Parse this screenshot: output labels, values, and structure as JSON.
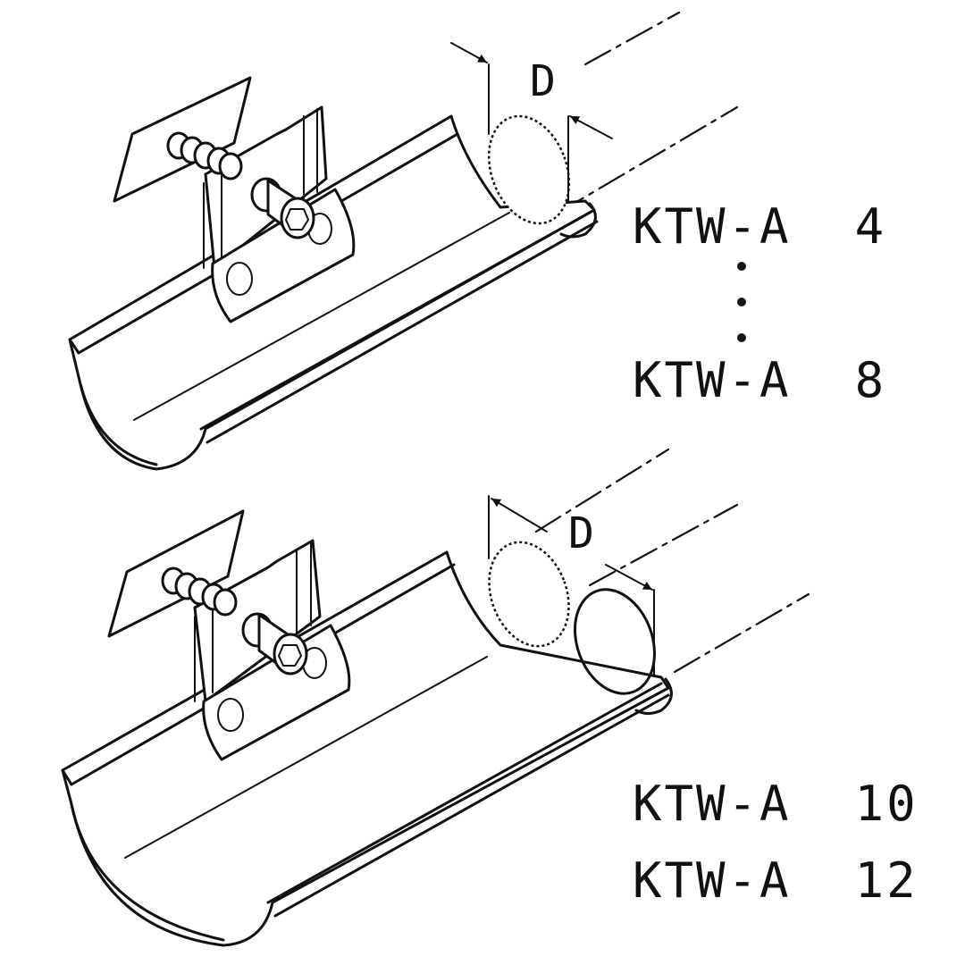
{
  "top_figure": {
    "dimension_label": "D",
    "range_start_label": "KTW-A  4",
    "range_end_label": "KTW-A  8"
  },
  "bottom_figure": {
    "dimension_label": "D",
    "model_labels": [
      "KTW-A  10",
      "KTW-A  12"
    ]
  }
}
